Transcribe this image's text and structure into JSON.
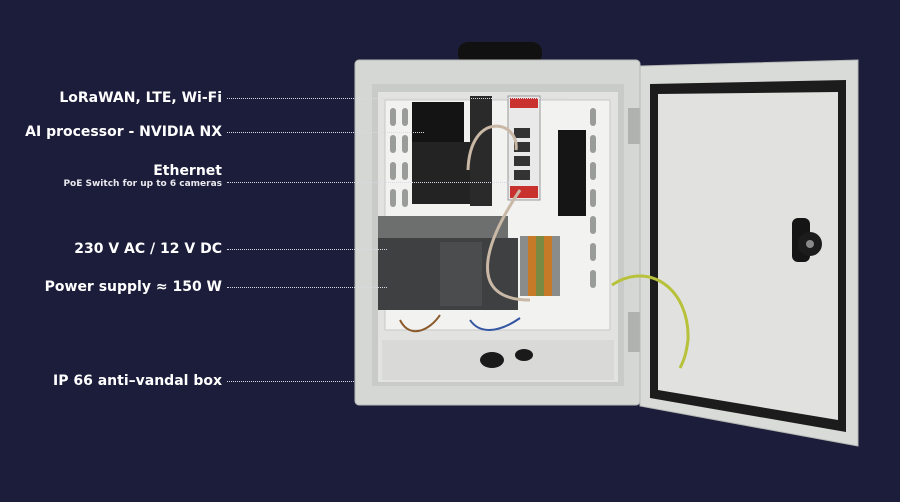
{
  "labels": [
    {
      "id": "connectivity",
      "text": "LoRaWAN, LTE, Wi-Fi",
      "sub": ""
    },
    {
      "id": "ai",
      "text": "AI processor - NVIDIA NX",
      "sub": ""
    },
    {
      "id": "ethernet",
      "text": "Ethernet",
      "sub": "PoE Switch for up to 6 cameras"
    },
    {
      "id": "power-conv",
      "text": "230 V AC / 12 V DC",
      "sub": ""
    },
    {
      "id": "psu",
      "text": "Power supply ≈ 150 W",
      "sub": ""
    },
    {
      "id": "box",
      "text": "IP 66 anti–vandal box",
      "sub": ""
    }
  ],
  "colors": {
    "background": "#1b1d3b",
    "label": "#ffffff",
    "enclosure": "#d7d9d6",
    "door_gasket": "#1c1c1c",
    "ground_wire": "#b7c23a"
  }
}
